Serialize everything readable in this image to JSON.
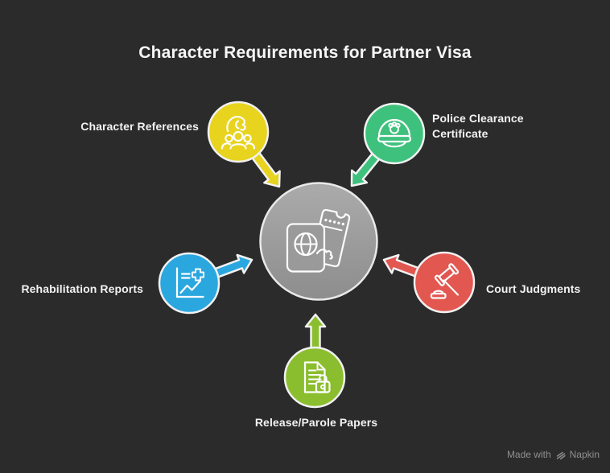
{
  "title": "Character Requirements for Partner Visa",
  "background": "#2b2b2c",
  "text_color": "#f2f2f2",
  "center": {
    "icon": "passport-ticket-icon",
    "fill_top": "#ababab",
    "fill_bottom": "#8d8d8d",
    "border_color": "#e9e9e9"
  },
  "nodes": [
    {
      "id": "character-references",
      "label": "Character References",
      "color": "#e8d31f",
      "icon": "people-hand-icon",
      "position": "top-left"
    },
    {
      "id": "police-clearance-certificate",
      "label": "Police Clearance Certificate",
      "color": "#3ec17d",
      "icon": "police-hat-icon",
      "position": "top-right"
    },
    {
      "id": "rehabilitation-reports",
      "label": "Rehabilitation Reports",
      "color": "#2ba7e0",
      "icon": "medical-chart-icon",
      "position": "left"
    },
    {
      "id": "court-judgments",
      "label": "Court Judgments",
      "color": "#e25750",
      "icon": "gavel-icon",
      "position": "right"
    },
    {
      "id": "release-parole-papers",
      "label": "Release/Parole Papers",
      "color": "#8bbe2e",
      "icon": "document-lock-icon",
      "position": "bottom"
    }
  ],
  "footer": {
    "made_with": "Made with",
    "brand": "Napkin",
    "color": "#909090"
  }
}
